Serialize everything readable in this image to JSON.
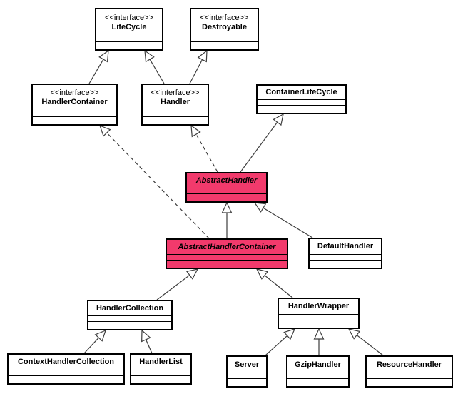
{
  "diagram": {
    "type": "uml-class-diagram",
    "nodes": [
      {
        "id": "lifecycle",
        "stereotype": "<<interface>>",
        "name": "LifeCycle",
        "kind": "interface",
        "highlighted": false
      },
      {
        "id": "destroyable",
        "stereotype": "<<interface>>",
        "name": "Destroyable",
        "kind": "interface",
        "highlighted": false
      },
      {
        "id": "handlercontainer",
        "stereotype": "<<interface>>",
        "name": "HandlerContainer",
        "kind": "interface",
        "highlighted": false
      },
      {
        "id": "handler",
        "stereotype": "<<interface>>",
        "name": "Handler",
        "kind": "interface",
        "highlighted": false
      },
      {
        "id": "containerlifecycle",
        "stereotype": "",
        "name": "ContainerLifeCycle",
        "kind": "class",
        "highlighted": false
      },
      {
        "id": "abstracthandler",
        "stereotype": "",
        "name": "AbstractHandler",
        "kind": "abstract-class",
        "highlighted": true
      },
      {
        "id": "abstracthandlercontainer",
        "stereotype": "",
        "name": "AbstractHandlerContainer",
        "kind": "abstract-class",
        "highlighted": true
      },
      {
        "id": "defaulthandler",
        "stereotype": "",
        "name": "DefaultHandler",
        "kind": "class",
        "highlighted": false
      },
      {
        "id": "handlercollection",
        "stereotype": "",
        "name": "HandlerCollection",
        "kind": "class",
        "highlighted": false
      },
      {
        "id": "handlerwrapper",
        "stereotype": "",
        "name": "HandlerWrapper",
        "kind": "class",
        "highlighted": false
      },
      {
        "id": "contexthandlercollection",
        "stereotype": "",
        "name": "ContextHandlerCollection",
        "kind": "class",
        "highlighted": false
      },
      {
        "id": "handlerlist",
        "stereotype": "",
        "name": "HandlerList",
        "kind": "class",
        "highlighted": false
      },
      {
        "id": "server",
        "stereotype": "",
        "name": "Server",
        "kind": "class",
        "highlighted": false
      },
      {
        "id": "gziphandler",
        "stereotype": "",
        "name": "GzipHandler",
        "kind": "class",
        "highlighted": false
      },
      {
        "id": "resourcehandler",
        "stereotype": "",
        "name": "ResourceHandler",
        "kind": "class",
        "highlighted": false
      }
    ],
    "edges": [
      {
        "from": "HandlerContainer",
        "to": "LifeCycle",
        "type": "extends",
        "line": "solid"
      },
      {
        "from": "Handler",
        "to": "LifeCycle",
        "type": "extends",
        "line": "solid"
      },
      {
        "from": "Handler",
        "to": "Destroyable",
        "type": "extends",
        "line": "solid"
      },
      {
        "from": "AbstractHandler",
        "to": "Handler",
        "type": "implements",
        "line": "dashed"
      },
      {
        "from": "AbstractHandlerContainer",
        "to": "HandlerContainer",
        "type": "implements",
        "line": "dashed"
      },
      {
        "from": "AbstractHandler",
        "to": "ContainerLifeCycle",
        "type": "extends",
        "line": "solid"
      },
      {
        "from": "AbstractHandlerContainer",
        "to": "AbstractHandler",
        "type": "extends",
        "line": "solid"
      },
      {
        "from": "DefaultHandler",
        "to": "AbstractHandler",
        "type": "extends",
        "line": "solid"
      },
      {
        "from": "HandlerCollection",
        "to": "AbstractHandlerContainer",
        "type": "extends",
        "line": "solid"
      },
      {
        "from": "HandlerWrapper",
        "to": "AbstractHandlerContainer",
        "type": "extends",
        "line": "solid"
      },
      {
        "from": "ContextHandlerCollection",
        "to": "HandlerCollection",
        "type": "extends",
        "line": "solid"
      },
      {
        "from": "HandlerList",
        "to": "HandlerCollection",
        "type": "extends",
        "line": "solid"
      },
      {
        "from": "Server",
        "to": "HandlerWrapper",
        "type": "extends",
        "line": "solid"
      },
      {
        "from": "GzipHandler",
        "to": "HandlerWrapper",
        "type": "extends",
        "line": "solid"
      },
      {
        "from": "ResourceHandler",
        "to": "HandlerWrapper",
        "type": "extends",
        "line": "solid"
      }
    ]
  },
  "colors": {
    "highlight_fill": "#f23a6c",
    "box_fill": "#ffffff",
    "box_border": "#000000",
    "line": "#3d3d3d",
    "background": "#ffffff"
  }
}
